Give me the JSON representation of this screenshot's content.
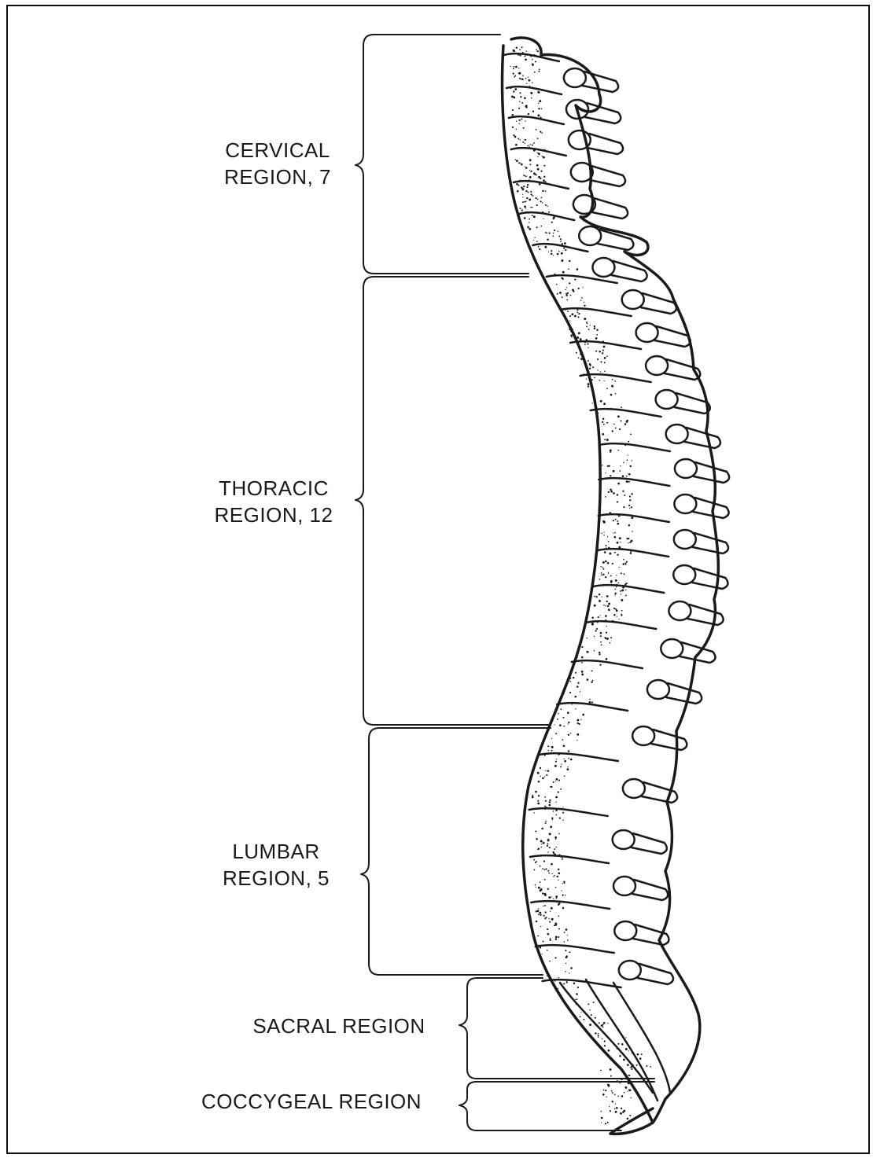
{
  "regions": [
    {
      "id": "cervical",
      "lines": [
        "CERVICAL",
        "REGION, 7"
      ],
      "count": 7
    },
    {
      "id": "thoracic",
      "lines": [
        "THORACIC",
        "REGION, 12"
      ],
      "count": 12
    },
    {
      "id": "lumbar",
      "lines": [
        "LUMBAR",
        "REGION, 5"
      ],
      "count": 5
    },
    {
      "id": "sacral",
      "lines": [
        "SACRAL REGION"
      ]
    },
    {
      "id": "coccygeal",
      "lines": [
        "COCCYGEAL REGION"
      ]
    }
  ],
  "colors": {
    "ink": "#1a1a1a",
    "background": "#ffffff"
  }
}
